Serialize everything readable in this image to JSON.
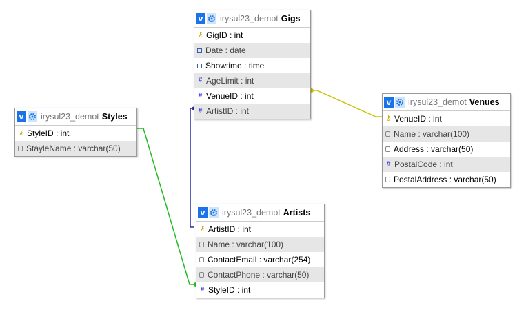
{
  "colors": {
    "gigs_venues_link": "#c8c400",
    "gigs_artists_link": "#2a2aa8",
    "styles_artists_link": "#22bb22"
  },
  "tables": {
    "gigs": {
      "db": "irysul23_demot",
      "name": "Gigs",
      "v_label": "v",
      "columns": [
        {
          "text": "GigID : int",
          "icon": "key-icon"
        },
        {
          "text": "Date : date",
          "icon": "calendar-icon"
        },
        {
          "text": "Showtime : time",
          "icon": "calendar-icon"
        },
        {
          "text": "AgeLimit : int",
          "icon": "hash-icon"
        },
        {
          "text": "VenueID : int",
          "icon": "hash-icon"
        },
        {
          "text": "ArtistID : int",
          "icon": "hash-icon"
        }
      ]
    },
    "venues": {
      "db": "irysul23_demot",
      "name": "Venues",
      "v_label": "v",
      "columns": [
        {
          "text": "VenueID : int",
          "icon": "key-icon"
        },
        {
          "text": "Name : varchar(100)",
          "icon": "text-icon"
        },
        {
          "text": "Address : varchar(50)",
          "icon": "text-icon"
        },
        {
          "text": "PostalCode : int",
          "icon": "hash-icon"
        },
        {
          "text": "PostalAddress : varchar(50)",
          "icon": "text-icon"
        }
      ]
    },
    "styles": {
      "db": "irysul23_demot",
      "name": "Styles",
      "v_label": "v",
      "columns": [
        {
          "text": "StyleID : int",
          "icon": "key-icon"
        },
        {
          "text": "StayleName : varchar(50)",
          "icon": "text-icon"
        }
      ]
    },
    "artists": {
      "db": "irysul23_demot",
      "name": "Artists",
      "v_label": "v",
      "columns": [
        {
          "text": "ArtistID : int",
          "icon": "key-icon"
        },
        {
          "text": "Name : varchar(100)",
          "icon": "text-icon"
        },
        {
          "text": "ContactEmail : varchar(254)",
          "icon": "text-icon"
        },
        {
          "text": "ContactPhone : varchar(50)",
          "icon": "text-icon"
        },
        {
          "text": "StyleID : int",
          "icon": "hash-icon"
        }
      ]
    }
  }
}
